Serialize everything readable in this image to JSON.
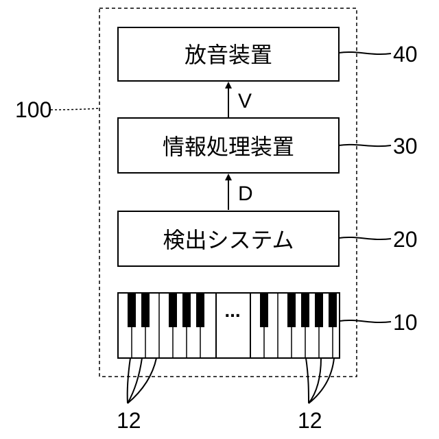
{
  "boxes": {
    "sound_device": "放音装置",
    "info_processor": "情報処理装置",
    "detection_system": "検出システム"
  },
  "signals": {
    "v": "V",
    "d": "D"
  },
  "references": {
    "system": "100",
    "sound_device": "40",
    "info_processor": "30",
    "detection_system": "20",
    "keyboard": "10",
    "keys_left": "12",
    "keys_right": "12"
  },
  "keyboard": {
    "ellipsis": "..."
  }
}
